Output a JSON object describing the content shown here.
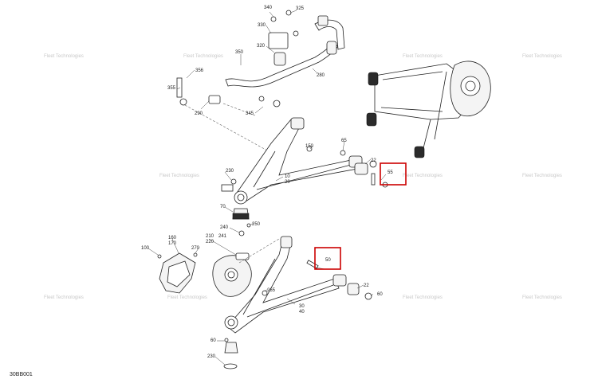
{
  "diagram_code": "30BB001",
  "watermark_text": "Fleet Technologies",
  "highlight_color": "#cc0000",
  "callouts": {
    "c340": "340",
    "c325": "325",
    "c330": "330",
    "c320": "320",
    "c350": "350",
    "c280": "280",
    "c356": "356",
    "c355": "355",
    "c290": "290",
    "c345": "345",
    "c150": "150",
    "c65": "65",
    "c22a": "22",
    "c55": "55",
    "c230a": "230",
    "c10": "10",
    "c20": "20",
    "c70": "70",
    "c240": "240",
    "c250": "250",
    "c160": "160",
    "c170": "170",
    "c210": "210",
    "c220": "220",
    "c241": "241",
    "c270": "270",
    "c100": "100",
    "c50": "50",
    "c265": "265",
    "c22b": "22",
    "c60a": "60",
    "c30": "30",
    "c40": "40",
    "c60b": "60",
    "c230b": "230"
  }
}
